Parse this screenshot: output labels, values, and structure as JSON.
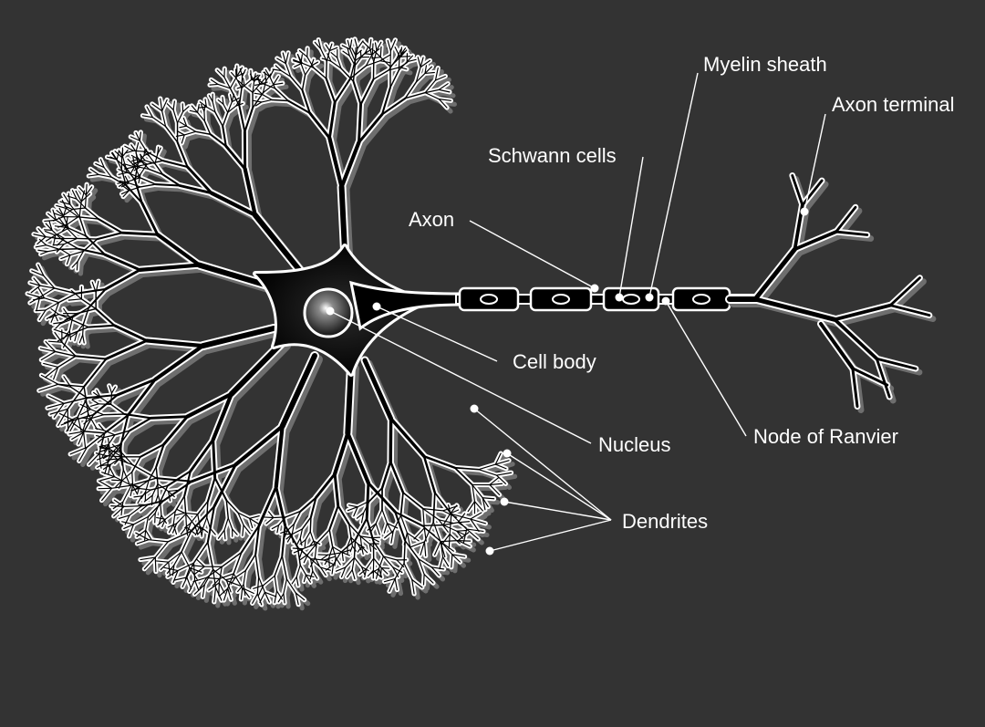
{
  "labels": {
    "myelin_sheath": "Myelin sheath",
    "axon_terminal": "Axon terminal",
    "schwann_cells": "Schwann cells",
    "axon": "Axon",
    "cell_body": "Cell body",
    "nucleus": "Nucleus",
    "node_of_ranvier": "Node of Ranvier",
    "dendrites": "Dendrites"
  },
  "colors": {
    "background": "#333333",
    "outline": "#ffffff",
    "cell_fill": "#000000",
    "shadow": "#6e6e6e"
  }
}
